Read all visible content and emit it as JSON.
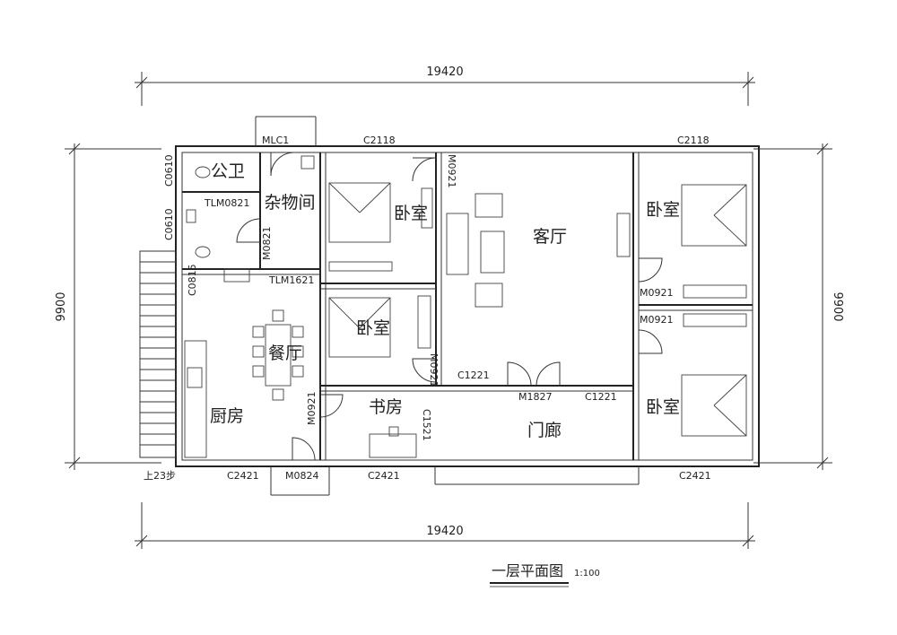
{
  "dimensions": {
    "top": "19420",
    "bottom": "19420",
    "left": "9900",
    "right": "9900"
  },
  "rooms": {
    "public_toilet": "公卫",
    "storage": "杂物间",
    "bedroom_a": "卧室",
    "living": "客厅",
    "bedroom_b": "卧室",
    "bedroom_c": "卧室",
    "dining": "餐厅",
    "kitchen": "厨房",
    "study": "书房",
    "bedroom_d": "卧室",
    "porch": "门廊"
  },
  "openings": {
    "mlc1": "MLC1",
    "c2118_left": "C2118",
    "c2118_right": "C2118",
    "c0610_top": "C0610",
    "c0610_mid": "C0610",
    "tlm0821": "TLM0821",
    "m0821_storage": "M0821",
    "m0921_a": "M0921",
    "tlm1621": "TLM1621",
    "c0815": "C0815",
    "m0921_right_top": "M0921",
    "m0921_right_bottom": "M0921",
    "m0921_study_top": "M0921",
    "c1221_left": "C1221",
    "m1827": "M1827",
    "c1221_right": "C1221",
    "m0921_kitchen": "M0921",
    "c1521": "C1521",
    "c2421_kitchen": "C2421",
    "m0824": "M0824",
    "c2421_study": "C2421",
    "c2421_right": "C2421"
  },
  "stairs_note": "上23步",
  "title": {
    "main": "一层平面图",
    "scale": "1:100"
  }
}
